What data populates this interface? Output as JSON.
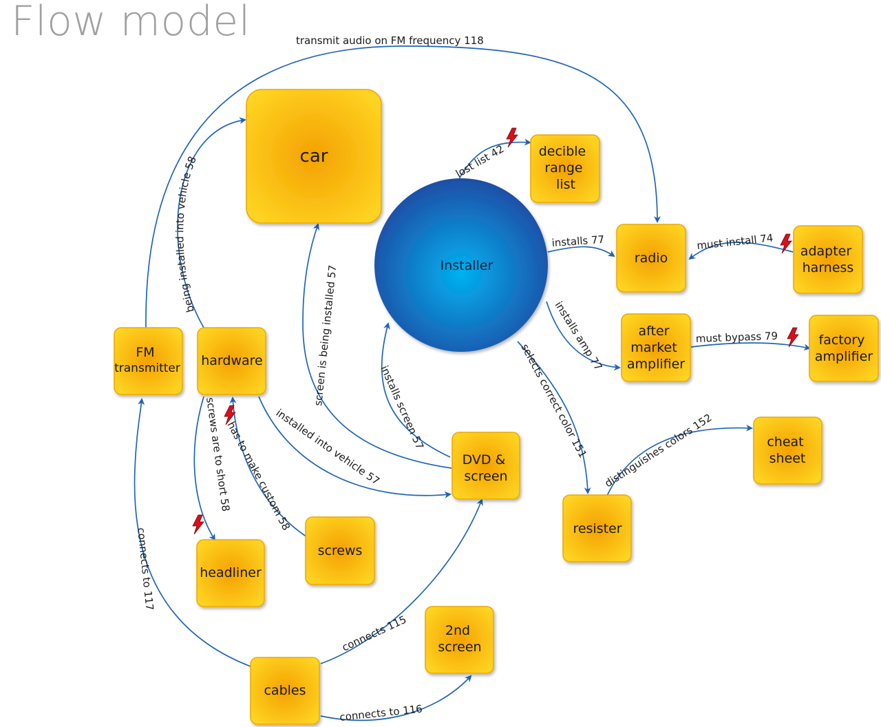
{
  "title": "Flow model",
  "colors": {
    "node_fill_center": "#f5a000",
    "node_fill_edge": "#ffd21e",
    "node_border": "#e8a400",
    "edge": "#1f64b4",
    "circle_center": "#00aaee",
    "circle_edge": "#1e50a8",
    "alert": "#d8101c"
  },
  "nodes": {
    "installer": "Installer",
    "car": "car",
    "decible": [
      "decible",
      "range",
      "list"
    ],
    "radio": "radio",
    "adapter": [
      "adapter",
      "harness"
    ],
    "amplifier": [
      "after",
      "market",
      "amplifier"
    ],
    "factory": [
      "factory",
      "amplifier"
    ],
    "fm": [
      "FM",
      "transmitter"
    ],
    "hardware": "hardware",
    "dvd": [
      "DVD &",
      "screen"
    ],
    "resister": "resister",
    "cheat": [
      "cheat",
      "sheet"
    ],
    "headliner": "headliner",
    "screws": "screws",
    "screen2": [
      "2nd",
      "screen"
    ],
    "cables": "cables"
  },
  "edges": {
    "transmit": "transmit audio on FM frequency  118",
    "being_installed": "being installed into vehicle 58",
    "lost_list": "lost list 42",
    "installs_radio": "installs 77",
    "must_install": "must install  74",
    "installs_amp": "installs amp 77",
    "must_bypass": "must bypass 79",
    "screen_being": "screen is being installed   57",
    "installs_screen": "installs screen  57",
    "selects_color": "selects correct color 151",
    "distinguishes": "distinguishes colors 152",
    "installed_vehicle": "installed into vehicle 57",
    "screws_short": "screws are to short 58",
    "custom": "has to make custom 58",
    "connects_117": "connects   to   117",
    "connects_115": "connects  115",
    "connects_116": "connects  to   116"
  }
}
